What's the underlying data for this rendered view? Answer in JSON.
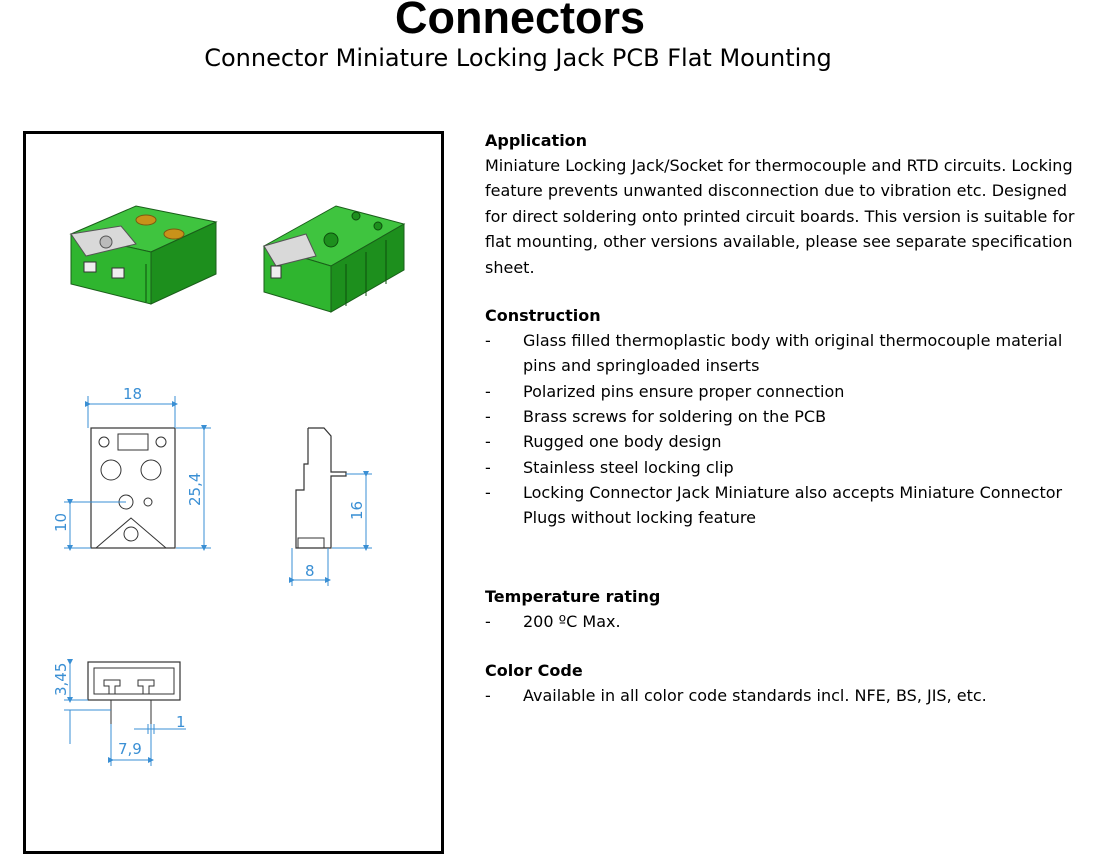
{
  "header": {
    "title": "Connectors",
    "subtitle": "Connector Miniature Locking Jack PCB Flat Mounting"
  },
  "drawing": {
    "dimensions": {
      "width_top": "18",
      "height_total": "25,4",
      "height_lower": "10",
      "side_height": "16",
      "side_depth": "8",
      "front_height": "3,45",
      "pin_width": "1",
      "pin_spacing": "7,9"
    },
    "colors": {
      "body": "#2fb52f",
      "body_dark": "#1d7f1d",
      "brass": "#c8921a",
      "dimension_line": "#3a8fd4"
    }
  },
  "application": {
    "heading": "Application",
    "text": "Miniature Locking Jack/Socket for thermocouple and RTD circuits. Locking feature prevents unwanted disconnection due to vibration etc. Designed for direct soldering onto printed circuit boards. This version is suitable for flat mounting, other versions available, please see separate specification sheet."
  },
  "construction": {
    "heading": "Construction",
    "items": [
      "Glass filled thermoplastic body with original thermocouple material pins and springloaded inserts",
      "Polarized pins ensure proper connection",
      "Brass screws for soldering on the PCB",
      "Rugged one body design",
      "Stainless steel locking clip",
      "Locking Connector Jack Miniature also accepts Miniature Connector Plugs without locking feature"
    ]
  },
  "temperature": {
    "heading": "Temperature rating",
    "items": [
      "200 ºC Max."
    ]
  },
  "color_code": {
    "heading": "Color Code",
    "items": [
      "Available in all color code standards incl. NFE, BS, JIS, etc."
    ]
  },
  "bullet_marker": "-"
}
